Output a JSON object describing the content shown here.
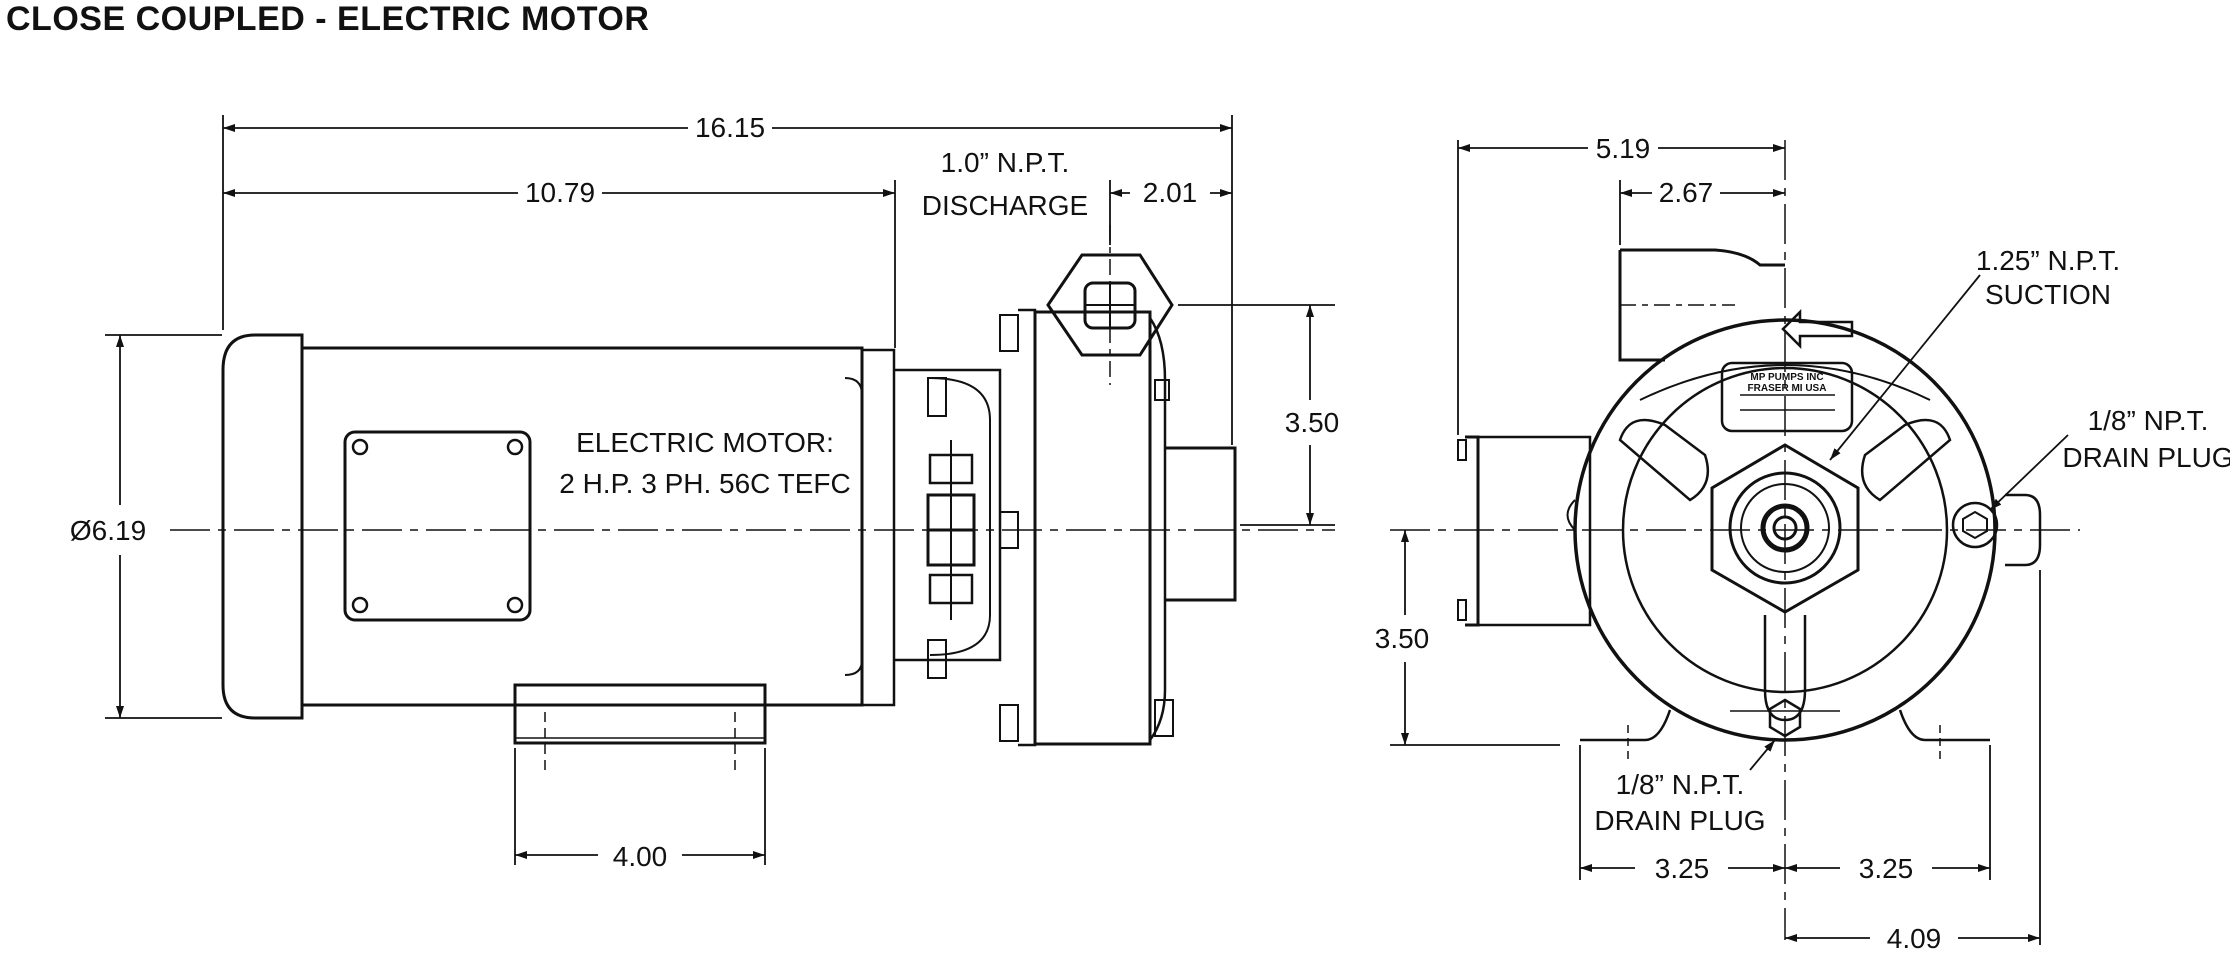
{
  "title": "CLOSE COUPLED - ELECTRIC MOTOR",
  "side_view": {
    "dim_overall_length": "16.15",
    "dim_motor_length": "10.79",
    "dim_discharge_offset": "2.01",
    "dim_discharge_height": "3.50",
    "dim_motor_diameter": "Ø6.19",
    "dim_foot_length": "4.00",
    "discharge_label_1": "1.0” N.P.T.",
    "discharge_label_2": "DISCHARGE",
    "motor_label_1": "ELECTRIC MOTOR:",
    "motor_label_2": "2 H.P. 3 PH. 56C TEFC"
  },
  "front_view": {
    "dim_suction_width": "5.19",
    "dim_suction_offset": "2.67",
    "dim_shaft_height": "3.50",
    "dim_foot_left": "3.25",
    "dim_foot_right": "3.25",
    "dim_drain_offset": "4.09",
    "suction_label_1": "1.25” N.P.T.",
    "suction_label_2": "SUCTION",
    "side_drain_label_1": "1/8” NP.T.",
    "side_drain_label_2": "DRAIN PLUG",
    "bottom_drain_label_1": "1/8” N.P.T.",
    "bottom_drain_label_2": "DRAIN PLUG",
    "nameplate_line_1": "MP PUMPS INC",
    "nameplate_line_2": "FRASER MI USA"
  }
}
